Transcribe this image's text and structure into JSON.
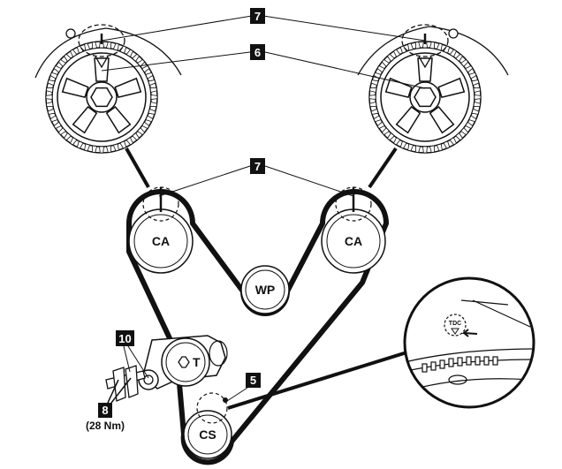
{
  "callouts": {
    "c7_top": "7",
    "c6": "6",
    "c7_mid": "7",
    "c5": "5",
    "c10": "10",
    "c8": "8"
  },
  "pulleys": {
    "cam_left": "CA",
    "cam_right": "CA",
    "water_pump": "WP",
    "tensioner": "T",
    "crankshaft": "CS"
  },
  "torque_spec": "(28 Nm)",
  "detail": {
    "tdc_label": "TDC"
  },
  "icons": [
    "camshaft-sprocket-icon",
    "timing-mark-icon",
    "hex-bolt-icon",
    "tdc-arrow-icon"
  ],
  "colors": {
    "line": "#111111",
    "background": "#ffffff",
    "callout_box": "#111111",
    "callout_text": "#ffffff"
  }
}
